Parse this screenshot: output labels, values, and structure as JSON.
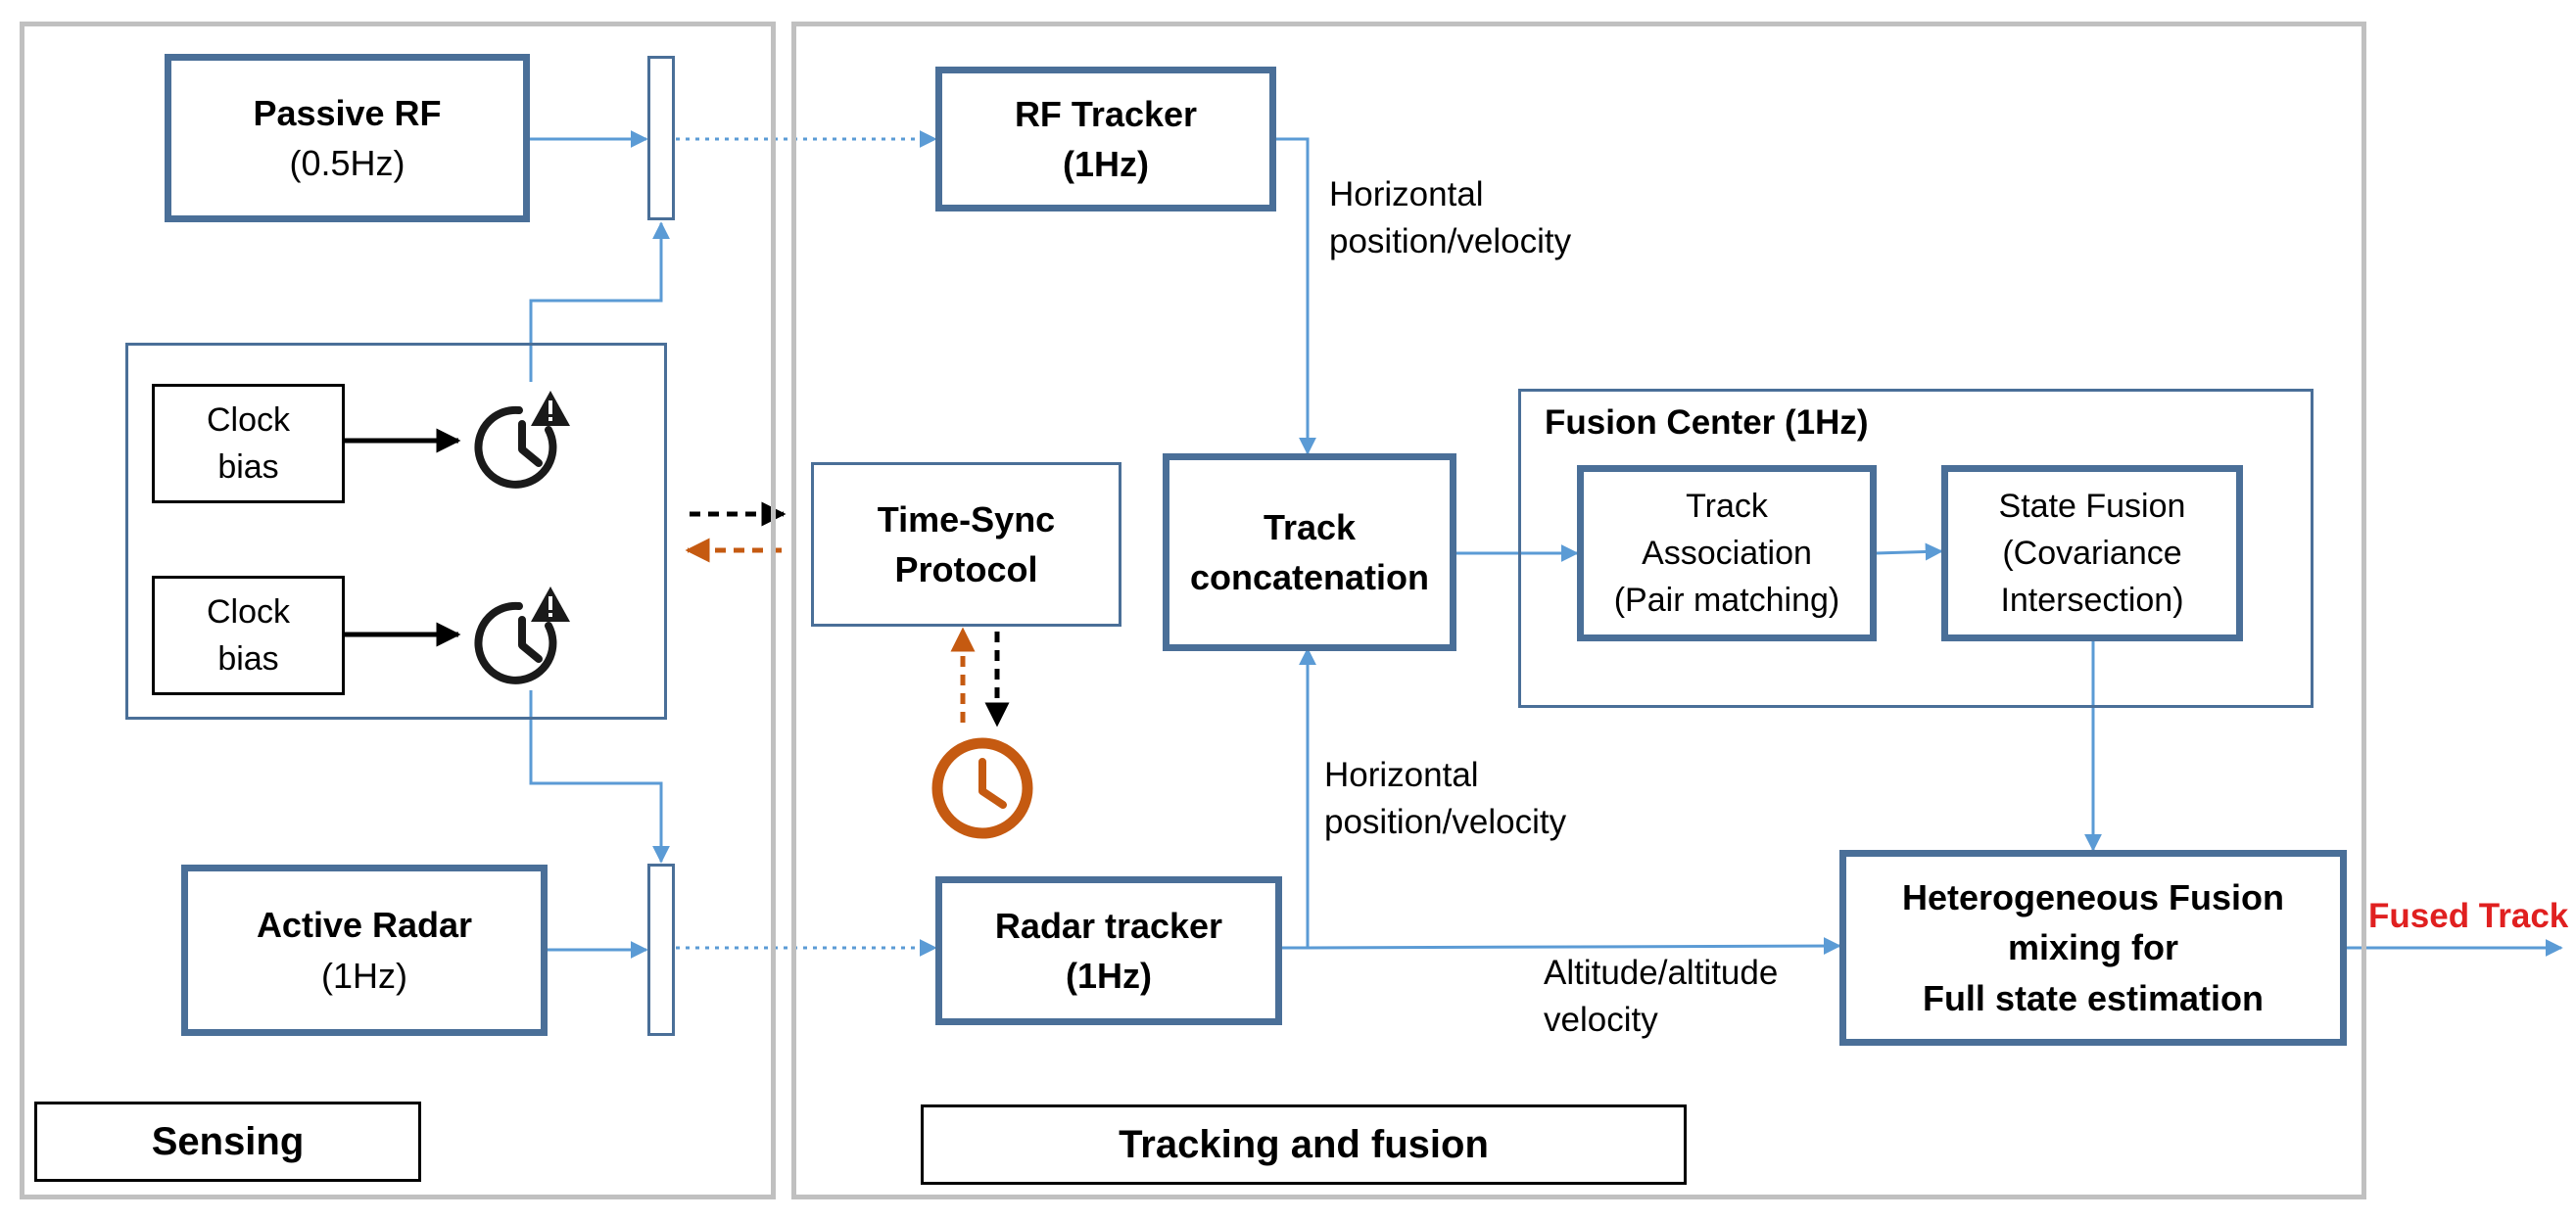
{
  "sensing": {
    "label": "Sensing",
    "passive_rf": {
      "title": "Passive RF",
      "rate": "(0.5Hz)"
    },
    "active_radar": {
      "title": "Active Radar",
      "rate": "(1Hz)"
    },
    "clock_bias_top": {
      "line1": "Clock",
      "line2": "bias"
    },
    "clock_bias_bottom": {
      "line1": "Clock",
      "line2": "bias"
    }
  },
  "tracking": {
    "label": "Tracking and fusion",
    "rf_tracker": {
      "title": "RF Tracker",
      "rate": "(1Hz)"
    },
    "radar_tracker": {
      "title": "Radar tracker",
      "rate": "(1Hz)"
    },
    "time_sync": {
      "line1": "Time-Sync",
      "line2": "Protocol"
    },
    "track_concat": {
      "line1": "Track",
      "line2": "concatenation"
    },
    "fusion_center": {
      "title": "Fusion Center (1Hz)",
      "track_association": {
        "line1": "Track",
        "line2": "Association",
        "line3": "(Pair matching)"
      },
      "state_fusion": {
        "line1": "State Fusion",
        "line2": "(Covariance",
        "line3": "Intersection)"
      }
    },
    "hetero_fusion": {
      "line1": "Heterogeneous Fusion",
      "line2": "mixing for",
      "line3": "Full state estimation"
    },
    "labels": {
      "horiz_top": {
        "line1": "Horizontal",
        "line2": "position/velocity"
      },
      "horiz_bottom": {
        "line1": "Horizontal",
        "line2": "position/velocity"
      },
      "altitude": {
        "line1": "Altitude/altitude",
        "line2": "velocity"
      }
    },
    "output": "Fused Track"
  },
  "colors": {
    "box_border": "#4a6f98",
    "arrow": "#5b9bd5",
    "panel_border": "#c0c0c0",
    "sync_orange": "#c55a11",
    "output_red": "#e02020"
  },
  "icons": [
    "clock-alert-icon",
    "clock-alert-icon",
    "clock-icon"
  ]
}
